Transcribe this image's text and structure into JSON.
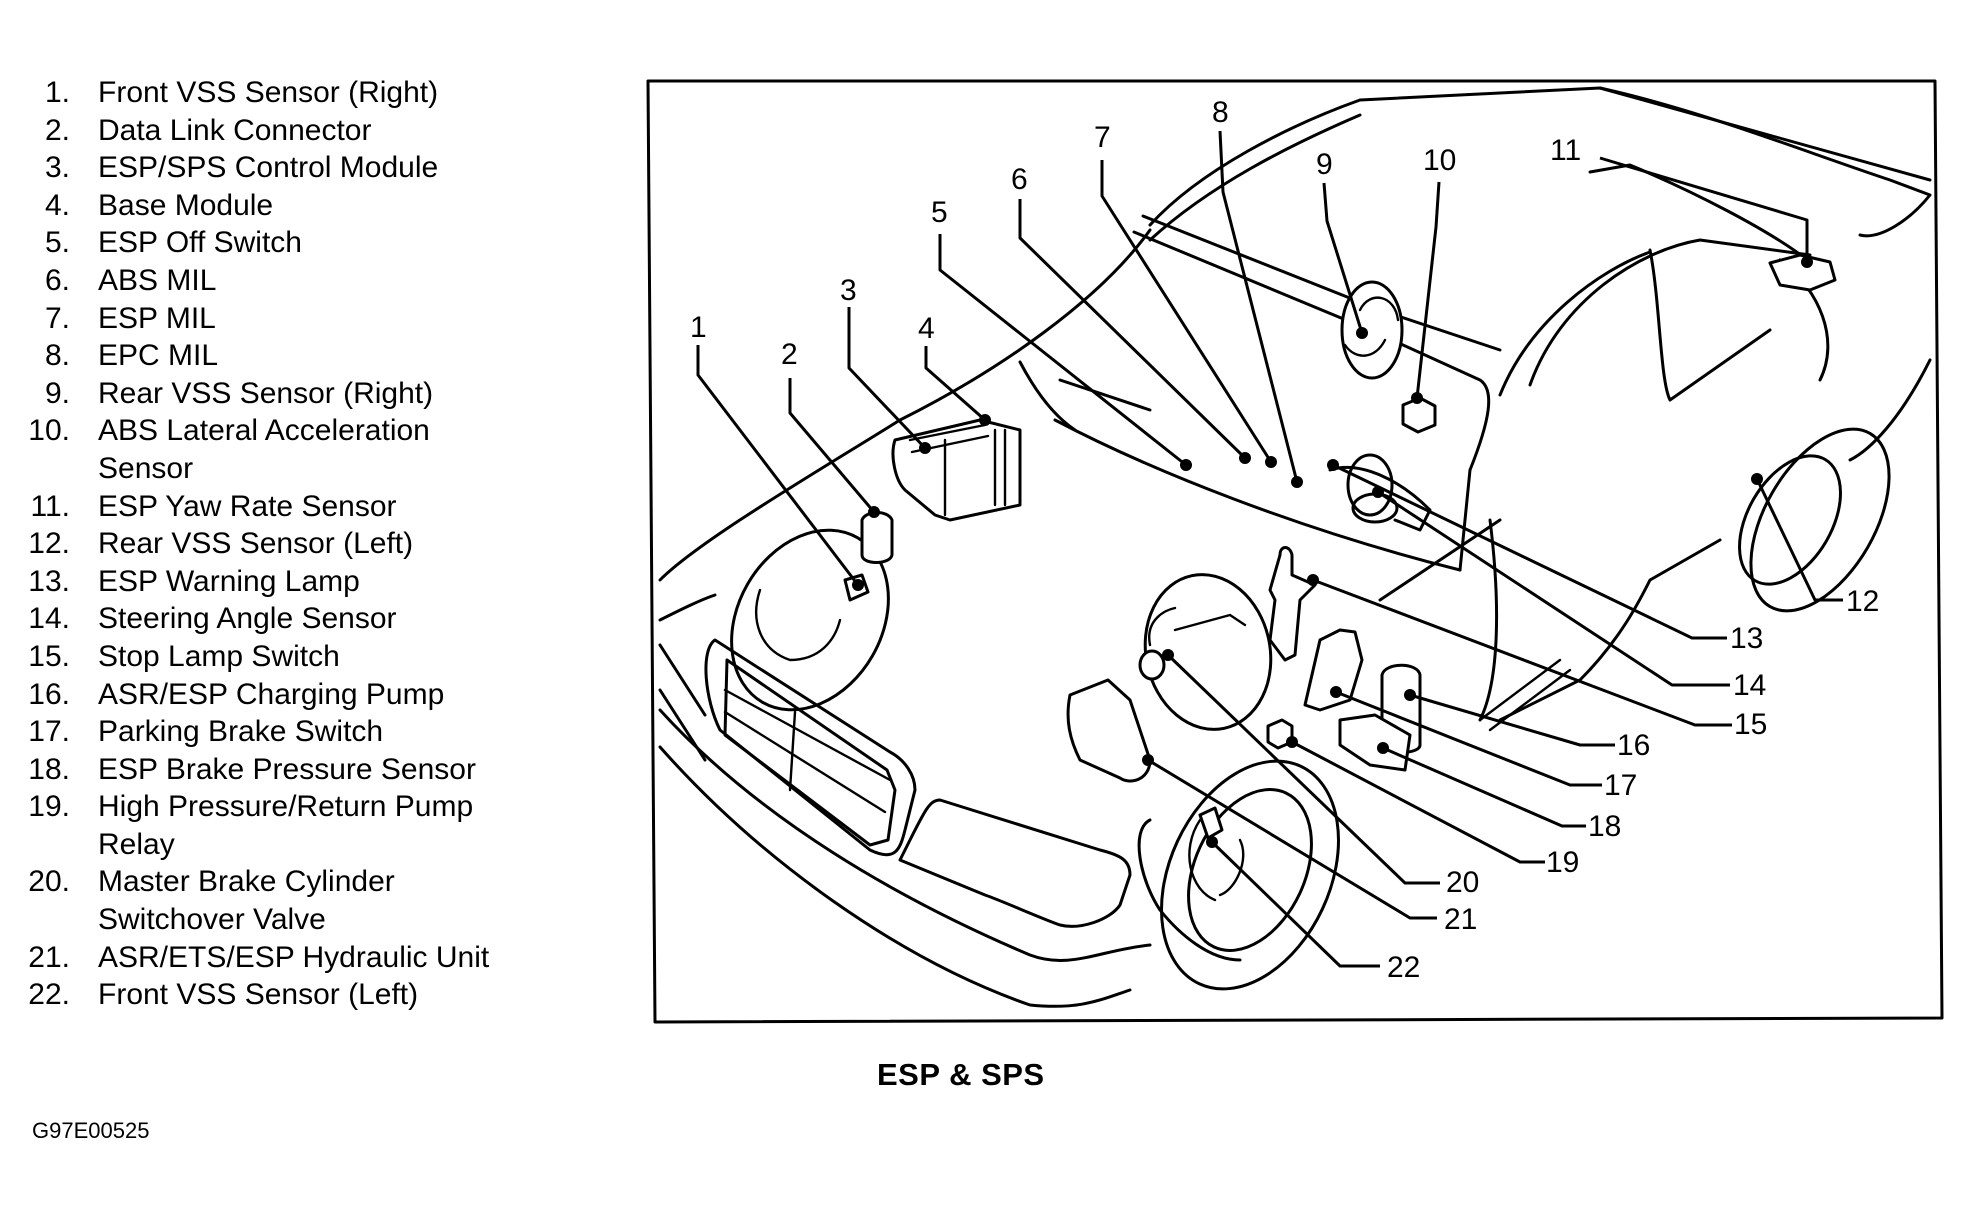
{
  "legend": [
    {
      "num": "1.",
      "label": "Front VSS Sensor (Right)"
    },
    {
      "num": "2.",
      "label": "Data Link Connector"
    },
    {
      "num": "3.",
      "label": "ESP/SPS Control Module"
    },
    {
      "num": "4.",
      "label": "Base Module"
    },
    {
      "num": "5.",
      "label": "ESP Off Switch"
    },
    {
      "num": "6.",
      "label": "ABS MIL"
    },
    {
      "num": "7.",
      "label": "ESP MIL"
    },
    {
      "num": "8.",
      "label": "EPC MIL"
    },
    {
      "num": "9.",
      "label": "Rear VSS Sensor (Right)"
    },
    {
      "num": "10.",
      "label": "ABS Lateral Acceleration\nSensor"
    },
    {
      "num": "11.",
      "label": "ESP Yaw Rate Sensor"
    },
    {
      "num": "12.",
      "label": "Rear VSS Sensor (Left)"
    },
    {
      "num": "13.",
      "label": "ESP Warning Lamp"
    },
    {
      "num": "14.",
      "label": "Steering Angle Sensor"
    },
    {
      "num": "15.",
      "label": "Stop Lamp Switch"
    },
    {
      "num": "16.",
      "label": "ASR/ESP Charging Pump"
    },
    {
      "num": "17.",
      "label": "Parking Brake Switch"
    },
    {
      "num": "18.",
      "label": "ESP Brake Pressure Sensor"
    },
    {
      "num": "19.",
      "label": "High Pressure/Return Pump\nRelay"
    },
    {
      "num": "20.",
      "label": "Master Brake Cylinder\nSwitchover Valve"
    },
    {
      "num": "21.",
      "label": "ASR/ETS/ESP Hydraulic Unit"
    },
    {
      "num": "22.",
      "label": "Front VSS Sensor (Left)"
    }
  ],
  "callouts": [
    "1",
    "2",
    "3",
    "4",
    "5",
    "6",
    "7",
    "8",
    "9",
    "10",
    "11",
    "12",
    "13",
    "14",
    "15",
    "16",
    "17",
    "18",
    "19",
    "20",
    "21",
    "22"
  ],
  "caption": "ESP & SPS",
  "figure_code": "G97E00525"
}
